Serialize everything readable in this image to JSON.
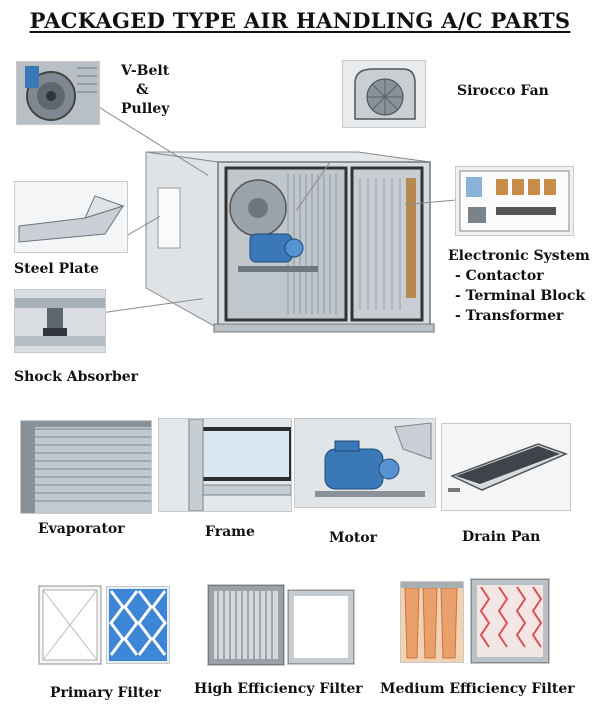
{
  "page": {
    "title": "PACKAGED TYPE AIR HANDLING A/C PARTS"
  },
  "callouts": {
    "vbelt": "V-Belt",
    "amp": "&",
    "pulley": "Pulley",
    "sirocco": "Sirocco Fan",
    "steel_plate": "Steel Plate",
    "shock_absorber": "Shock Absorber",
    "electronic": {
      "title": "Electronic System",
      "items": [
        "- Contactor",
        "- Terminal Block",
        "- Transformer"
      ]
    }
  },
  "parts_row": {
    "evaporator": "Evaporator",
    "frame": "Frame",
    "motor": "Motor",
    "drain_pan": "Drain Pan"
  },
  "filters_row": {
    "primary": "Primary Filter",
    "high": "High Efficiency Filter",
    "medium": "Medium Efficiency Filter"
  },
  "colors": {
    "motor_blue": "#3a78b8",
    "filter_blue": "#3d86d6",
    "filter_orange": "#e9a06a",
    "filter_red": "#d9534f",
    "frame_gray": "#c9cfd6"
  }
}
